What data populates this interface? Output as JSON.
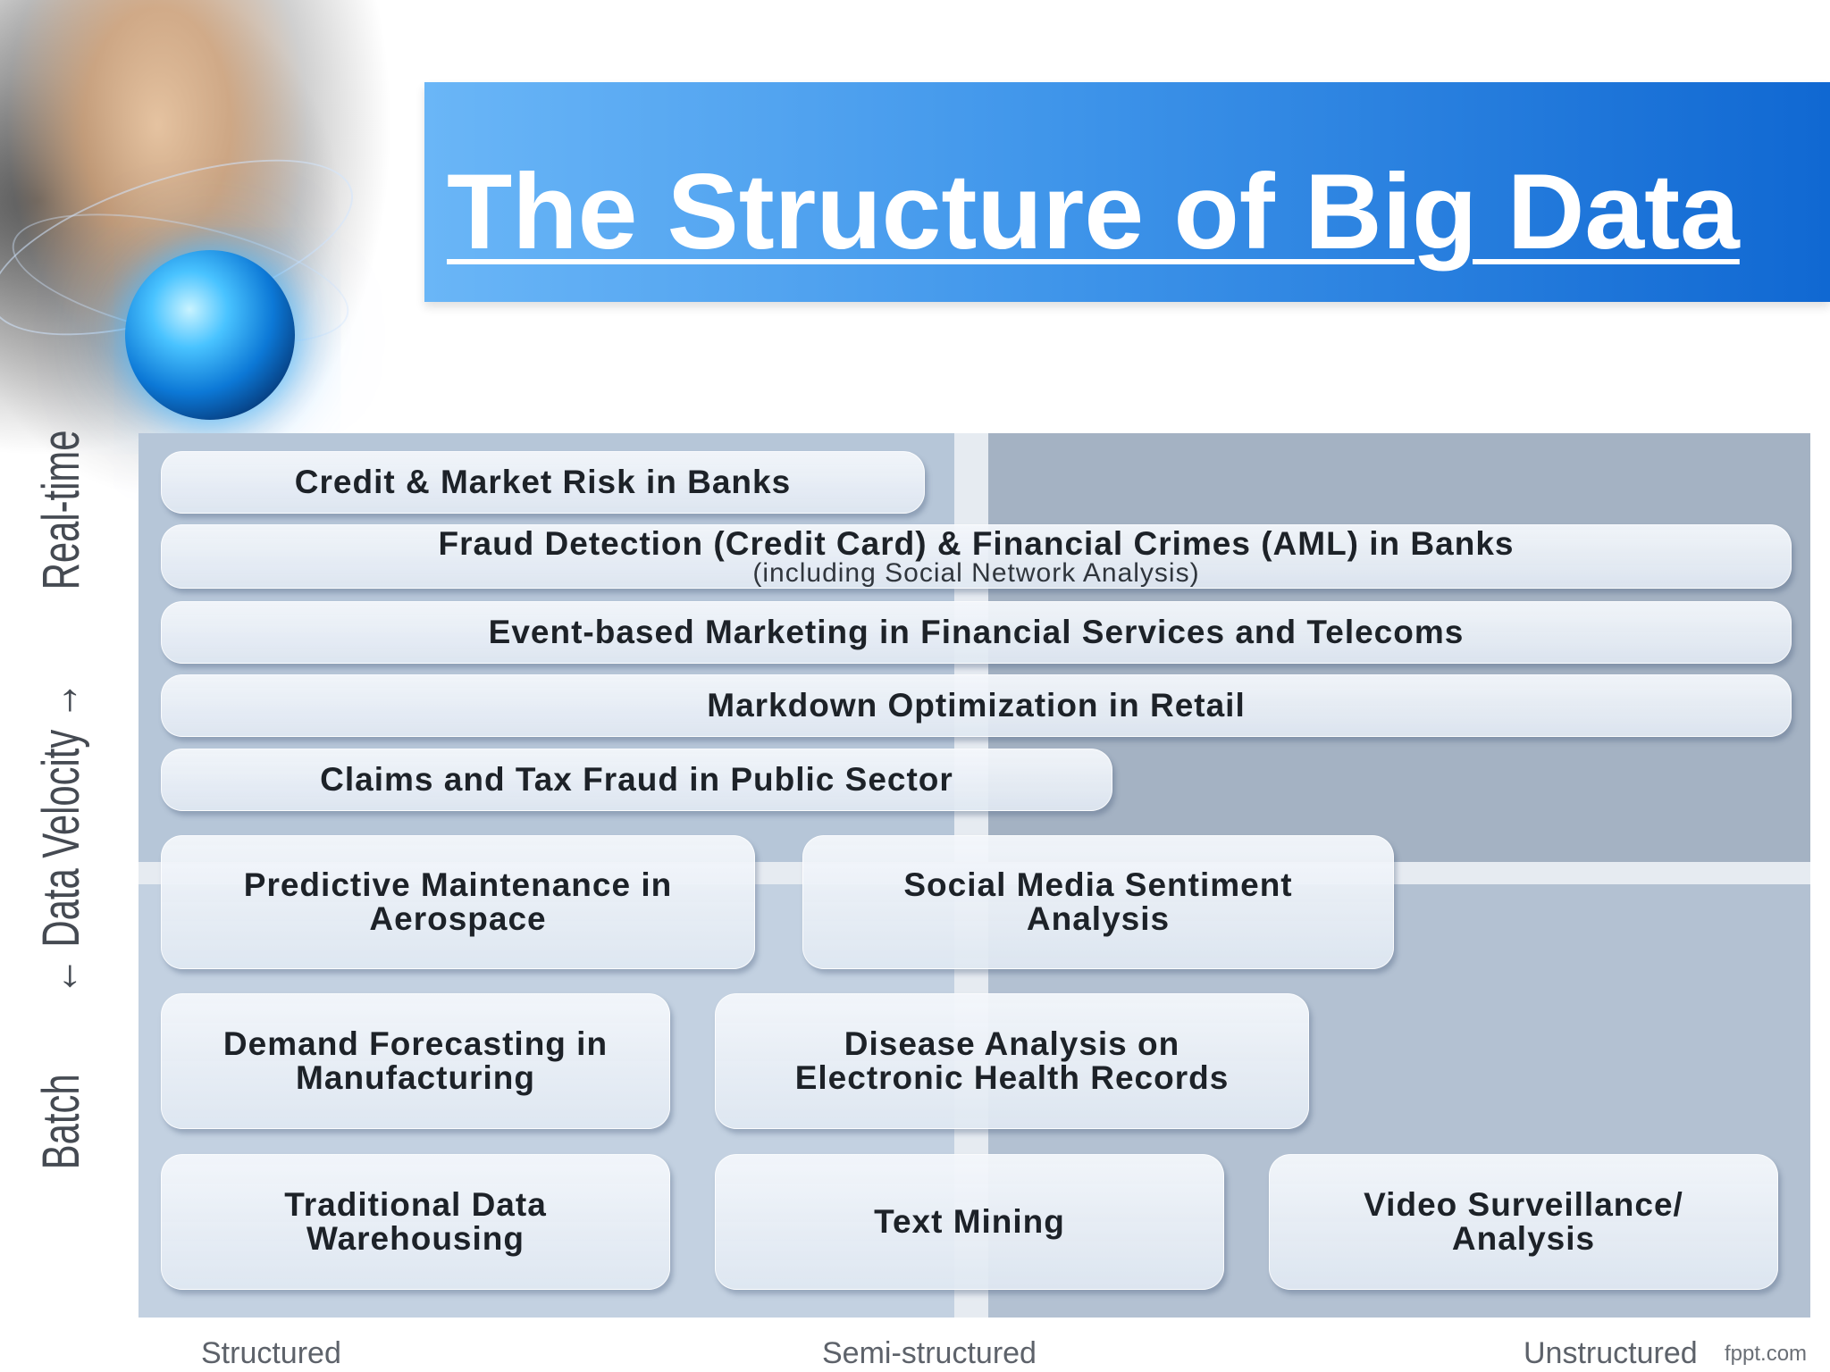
{
  "title": "The Structure of Big Data",
  "y_axis": {
    "bottom_label": "Batch",
    "middle_label": "← Data Velocity →",
    "top_label": "Real-time"
  },
  "x_axis": {
    "left_label": "Structured",
    "middle_label": "Semi-structured",
    "right_label": "Unstructured"
  },
  "use_cases": {
    "credit_risk": "Credit & Market Risk in Banks",
    "fraud_detection": "Fraud Detection (Credit Card) & Financial Crimes (AML) in Banks",
    "fraud_detection_sub": "(including Social Network Analysis)",
    "event_marketing": "Event-based Marketing in Financial Services and Telecoms",
    "markdown_optimization": "Markdown Optimization in Retail",
    "claims_tax_fraud": "Claims and Tax Fraud in Public Sector",
    "predictive_maintenance": "Predictive Maintenance in Aerospace",
    "social_media": "Social Media Sentiment Analysis",
    "demand_forecasting": "Demand Forecasting in Manufacturing",
    "disease_analysis": "Disease Analysis on Electronic Health Records",
    "traditional_dw": "Traditional Data Warehousing",
    "text_mining": "Text Mining",
    "video_surveillance": "Video Surveillance/ Analysis"
  },
  "watermark": "fppt.com",
  "colors": {
    "banner_start": "#6ab6f7",
    "banner_end": "#1068d2",
    "quadrant_realtime_structured": "#b6c6d8",
    "quadrant_realtime_unstructured": "#a4b2c3",
    "quadrant_batch_structured": "#c3d1e1",
    "quadrant_batch_unstructured": "#b3c1d2"
  },
  "decorations": [
    "hand-holding-globe-image",
    "globe-icon"
  ]
}
